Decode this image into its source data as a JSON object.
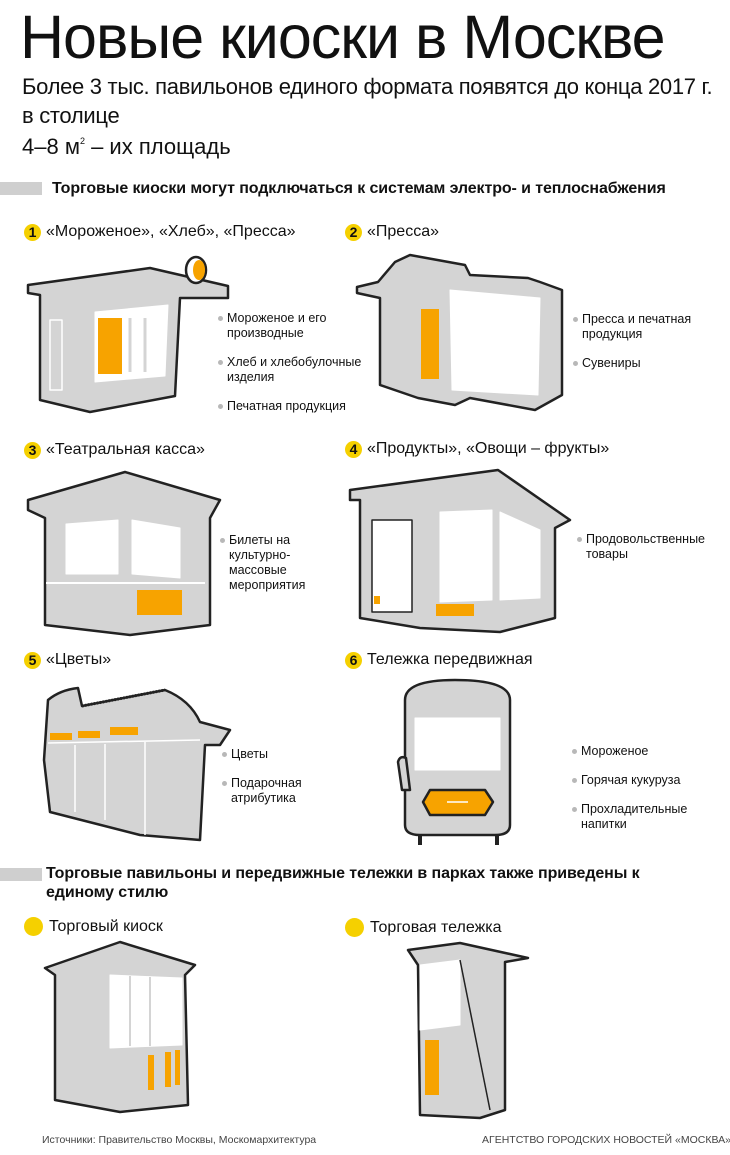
{
  "header": {
    "title": "Новые киоски в Москве",
    "subtitle": "Более 3 тыс. павильонов единого формата появятся до конца 2017 г. в столице",
    "area_value": "4–8 м",
    "area_sup": "2",
    "area_label": " – их площадь"
  },
  "section1": {
    "heading": "Торговые киоски могут подключаться к системам электро- и теплоснабжения",
    "kiosks": [
      {
        "number": "1",
        "title": "«Мороженое», «Хлеб», «Пресса»",
        "items": [
          "Мороженое и его производные",
          "Хлеб и хлебобулочные изделия",
          "Печатная продукция"
        ]
      },
      {
        "number": "2",
        "title": "«Пресса»",
        "items": [
          "Пресса и печатная продукция",
          "Сувениры"
        ]
      },
      {
        "number": "3",
        "title": "«Театральная касса»",
        "items": [
          "Билеты на культурно-массовые мероприятия"
        ]
      },
      {
        "number": "4",
        "title": "«Продукты», «Овощи – фрукты»",
        "items": [
          "Продовольственные товары"
        ]
      },
      {
        "number": "5",
        "title": "«Цветы»",
        "items": [
          "Цветы",
          "Подарочная атрибутика"
        ]
      },
      {
        "number": "6",
        "title": "Тележка передвижная",
        "items": [
          "Мороженое",
          "Горячая кукуруза",
          "Прохладительные напитки"
        ]
      }
    ]
  },
  "section2": {
    "heading": "Торговые павильоны и передвижные тележки в парках также приведены к единому стилю",
    "items": [
      {
        "title": "Торговый киоск"
      },
      {
        "title": "Торговая тележка"
      }
    ]
  },
  "footer": {
    "sources": "Источники: Правительство Москвы, Москомархитектура",
    "agency": "АГЕНТСТВО ГОРОДСКИХ НОВОСТЕЙ «МОСКВА»"
  },
  "colors": {
    "accent": "#f5d000",
    "highlight": "#f7a300",
    "body": "#d4d4d4",
    "outline": "#222222"
  }
}
